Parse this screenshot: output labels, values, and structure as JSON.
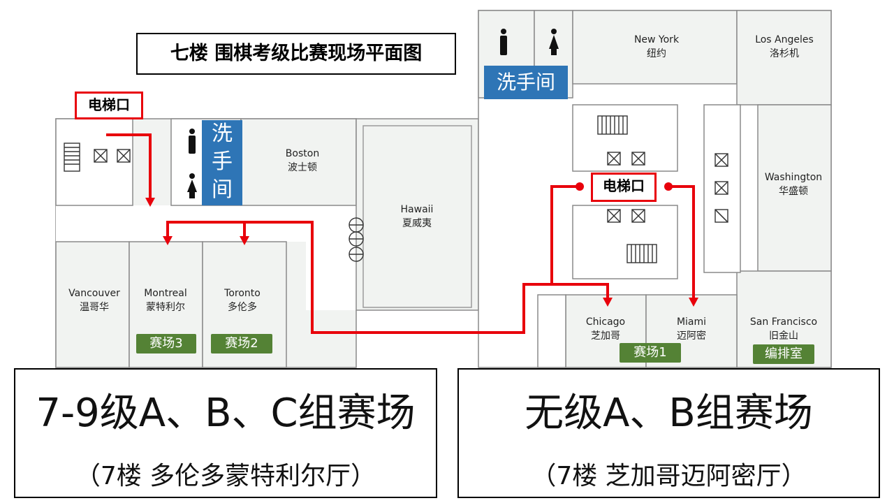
{
  "title": "七楼  围棋考级比赛现场平面图",
  "rooms": {
    "new_york": {
      "en": "New York",
      "zh": "纽约"
    },
    "los_angeles": {
      "en": "Los Angeles",
      "zh": "洛杉机"
    },
    "boston": {
      "en": "Boston",
      "zh": "波士顿"
    },
    "hawaii": {
      "en": "Hawaii",
      "zh": "夏威夷"
    },
    "washington": {
      "en": "Washington",
      "zh": "华盛顿"
    },
    "vancouver": {
      "en": "Vancouver",
      "zh": "温哥华"
    },
    "montreal": {
      "en": "Montreal",
      "zh": "蒙特利尔"
    },
    "toronto": {
      "en": "Toronto",
      "zh": "多伦多"
    },
    "chicago": {
      "en": "Chicago",
      "zh": "芝加哥"
    },
    "miami": {
      "en": "Miami",
      "zh": "迈阿密"
    },
    "san_francisco": {
      "en": "San Francisco",
      "zh": "旧金山"
    }
  },
  "elevator_label": "电梯口",
  "restroom_label": "洗手间",
  "restroom_label_vertical": [
    "洗",
    "手",
    "间"
  ],
  "venues": {
    "venue1": "赛场1",
    "venue2": "赛场2",
    "venue3": "赛场3",
    "editing_room": "编排室"
  },
  "info_boxes": {
    "left": {
      "main": "7-9级A、B、C组赛场",
      "sub": "（7楼 多伦多蒙特利尔厅）"
    },
    "right": {
      "main": "无级A、B组赛场",
      "sub": "（7楼 芝加哥迈阿密厅）"
    }
  },
  "colors": {
    "route": "#e8000b",
    "restroom": "#2e75b6",
    "venue": "#548235",
    "room_fill": "#f1f3f1"
  },
  "icons": [
    "men-icon",
    "women-icon",
    "elevator-icon",
    "stairs-icon",
    "door-icon"
  ]
}
